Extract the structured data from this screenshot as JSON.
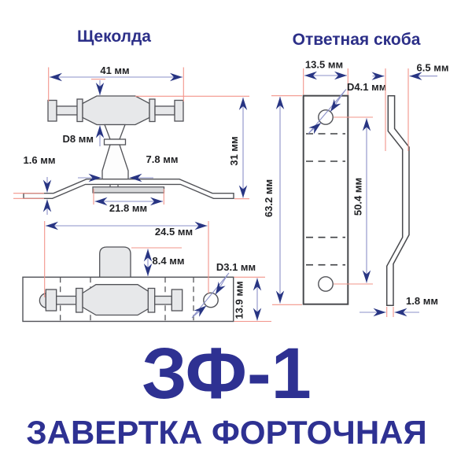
{
  "header": {
    "latch_title": "Щеколда",
    "striker_title": "Ответная скоба"
  },
  "footer": {
    "model": "ЗФ-1",
    "product_name": "ЗАВЕРТКА ФОРТОЧНАЯ"
  },
  "colors": {
    "brand_blue": "#2e3192",
    "arrow_navy": "#283583",
    "dim_line_blue": "#8b90c8",
    "ext_line_red": "#f2948a",
    "outline_gray": "#515257",
    "part_fill": "#e7e8ea"
  },
  "dims": {
    "latch_front": {
      "overall_width": "41 мм",
      "barrel_diameter": "D8 мм",
      "overall_height": "31 мм",
      "base_thickness": "1.6 мм",
      "post_width": "7.8 мм",
      "tongue_length": "21.8 мм"
    },
    "latch_top": {
      "mount_span": "24.5 мм",
      "knob_height": "8.4 мм",
      "mount_hole_diameter": "D3.1 мм",
      "base_width": "13.9 мм"
    },
    "striker_front": {
      "width": "13.5 мм",
      "hole_diameter": "D4.1 мм",
      "length": "63.2 мм",
      "hole_spacing": "50.4 мм"
    },
    "striker_side": {
      "bend_offset": "6.5 мм",
      "thickness": "1.8 мм"
    }
  }
}
